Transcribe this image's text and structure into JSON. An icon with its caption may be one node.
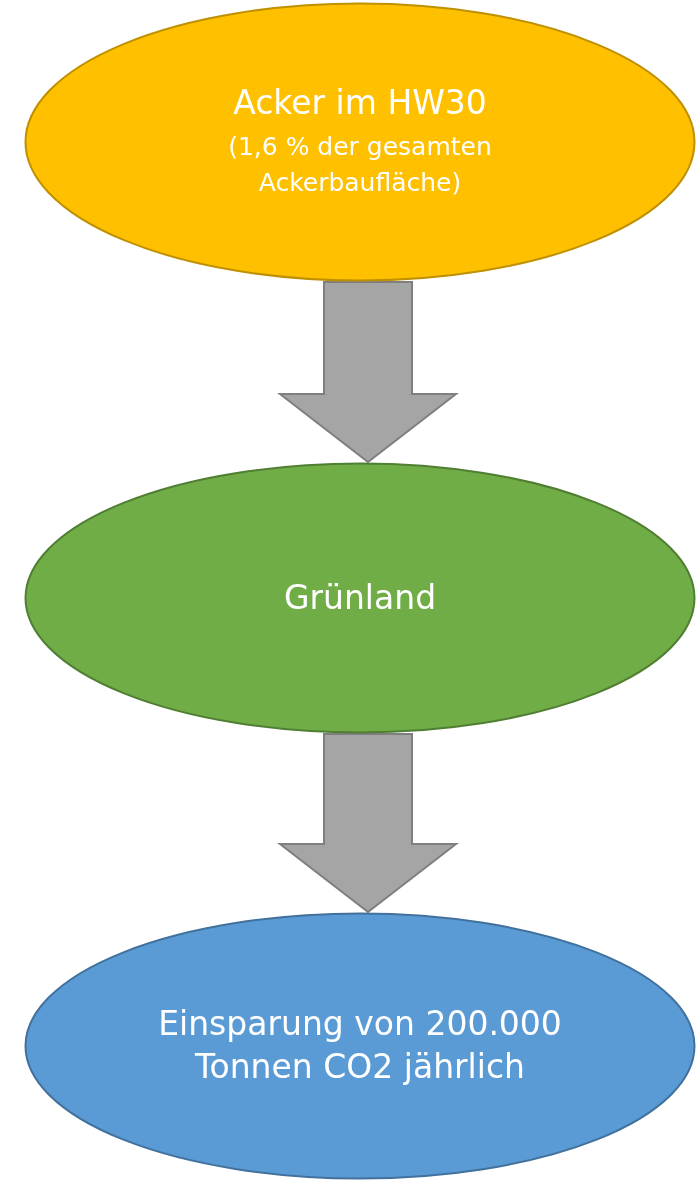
{
  "diagram": {
    "nodes": [
      {
        "text": [
          "Acker im HW30",
          "(1,6 % der gesamten Ackerbaufläche)"
        ]
      },
      {
        "text": [
          "Grünland"
        ]
      },
      {
        "text": [
          "Einsparung von 200.000 Tonnen CO2 jährlich"
        ]
      }
    ],
    "edges": [
      {
        "from": 0,
        "to": 1,
        "arrow": "to"
      },
      {
        "from": 1,
        "to": 2,
        "arrow": "to"
      }
    ]
  }
}
